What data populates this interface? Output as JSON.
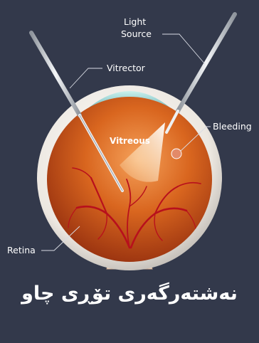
{
  "labels": {
    "light_source_line1": "Light",
    "light_source_line2": "Source",
    "vitrector": "Vitrector",
    "vitreous": "Vitreous",
    "bleeding": "Bleeding",
    "retina": "Retina"
  },
  "caption": "نەشتەرگەری تۆڕی چاو",
  "colors": {
    "background": "#33394b",
    "sclera": "#f1ece6",
    "vitreous_cavity": "#c8541a",
    "blood_vessels": "#b8101c",
    "light_beam": "#fff6d8"
  }
}
